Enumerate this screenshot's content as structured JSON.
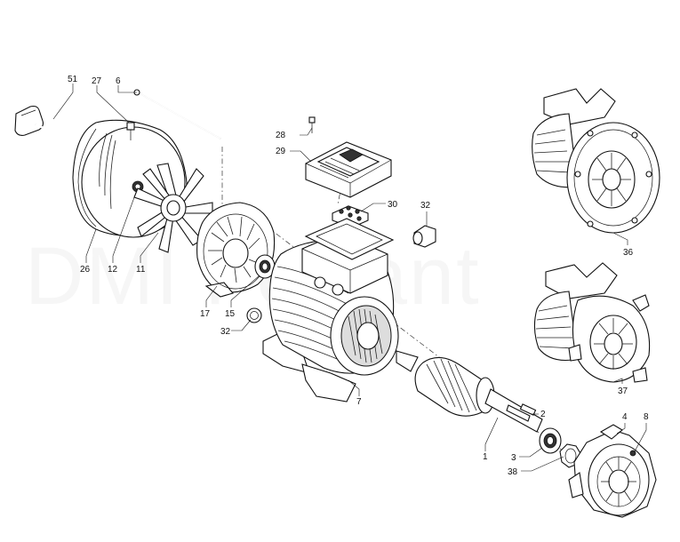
{
  "watermark": "DMI Ferrant",
  "callouts": {
    "c51": "51",
    "c27": "27",
    "c6": "6",
    "c26": "26",
    "c12": "12",
    "c11": "11",
    "c28": "28",
    "c29": "29",
    "c30": "30",
    "c32a": "32",
    "c32b": "32",
    "c17": "17",
    "c15": "15",
    "c7": "7",
    "c1": "1",
    "c2": "2",
    "c3": "3",
    "c38": "38",
    "c4": "4",
    "c8": "8",
    "c36": "36",
    "c37": "37"
  }
}
